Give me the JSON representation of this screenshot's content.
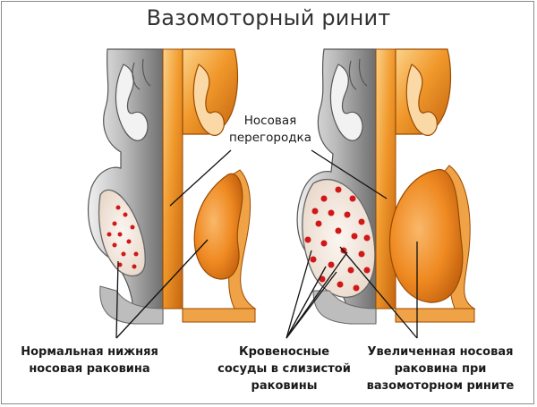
{
  "title": "Вазомоторный ринит",
  "labels": {
    "septum": [
      "Носовая",
      "перегородка"
    ],
    "normal_concha": [
      "Нормальная нижняя",
      "носовая раковина"
    ],
    "vessels": [
      "Кровеносные",
      "сосуды в слизистой",
      "раковины"
    ],
    "enlarged_concha": [
      "Увеличенная носовая",
      "раковина при",
      "вазомоторном рините"
    ]
  },
  "colors": {
    "bone_gray": "#9a9a9a",
    "gray_light": "#e3e3e3",
    "orange": "#e98a1f",
    "orange_light": "#f6b04e",
    "vessel_red": "#d01818",
    "cream": "#f6ece3"
  }
}
